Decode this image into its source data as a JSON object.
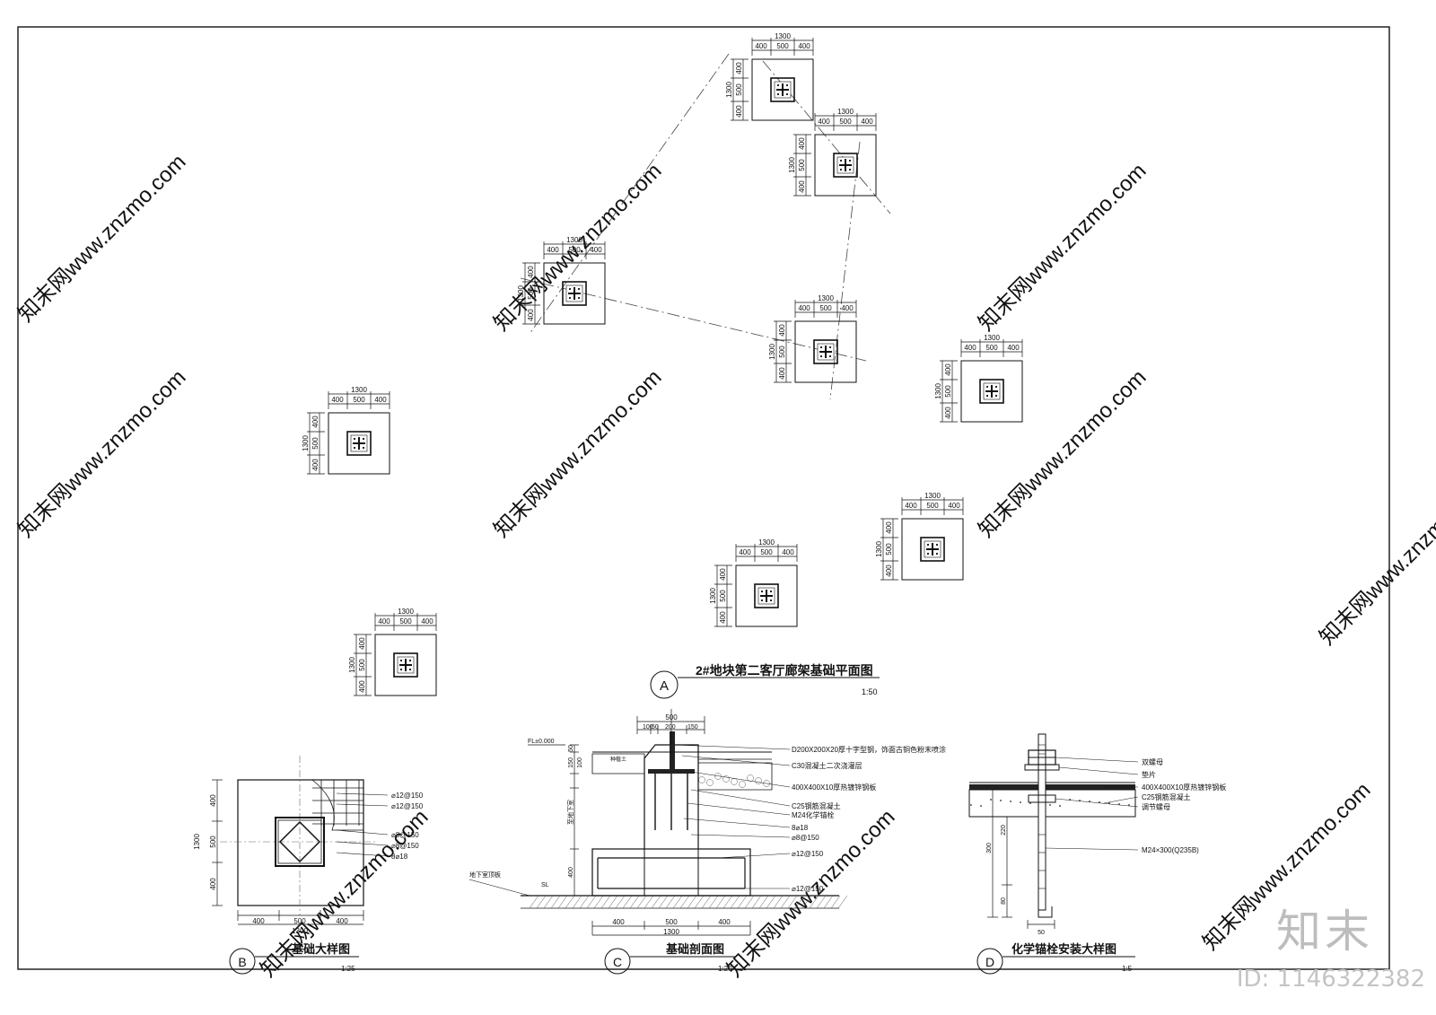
{
  "plan": {
    "dims": {
      "total": "1300",
      "side": "400",
      "mid": "500"
    },
    "title": "2#地块第二客厅廊架基础平面图",
    "scale": "1:50",
    "tag": "A"
  },
  "detail_b": {
    "tag": "B",
    "title": "基础大样图",
    "scale": "1:25",
    "rebar_labels": [
      "⌀12@150",
      "⌀12@150",
      "⌀8@150",
      "⌀8@150",
      "8⌀18"
    ],
    "dims": {
      "total": "1300",
      "side": "400",
      "mid": "500"
    }
  },
  "section_c": {
    "tag": "C",
    "title": "基础剖面图",
    "scale": "1:20",
    "top_dims": {
      "total": "500",
      "a": "100",
      "b": "50",
      "c": "200",
      "d": "150"
    },
    "left_dims": {
      "a": "50",
      "b": "150",
      "c": "100",
      "d": "400"
    },
    "callouts": [
      "D200X200X20厚十字型钢，饰面古铜色粉末喷涂",
      "C30混凝土二次浇灌层",
      "400X400X10厚热镀锌钢板",
      "C25钢筋混凝土",
      "M24化学锚栓",
      "8⌀18",
      "⌀8@150",
      "⌀12@150",
      "⌀12@150"
    ],
    "fl_label": "FL±0.000",
    "sl_label": "SL",
    "roof_label": "地下室顶板",
    "fill_label": "至地下室",
    "soil_label": "种植土",
    "bottom_dims": {
      "total": "1300",
      "side": "400",
      "mid": "500"
    }
  },
  "detail_d": {
    "tag": "D",
    "title": "化学锚栓安装大样图",
    "scale": "1:5",
    "callouts": [
      "双螺母",
      "垫片",
      "400X400X10厚热镀锌钢板",
      "C25钢筋混凝土",
      "调节螺母",
      "M24×300(Q235B)"
    ],
    "dims": {
      "a": "220",
      "b": "300",
      "c": "80",
      "d": "50"
    }
  },
  "watermark": {
    "logo": "知末",
    "id": "ID: 1146322382",
    "site": "知末网www.znzmo.com"
  }
}
